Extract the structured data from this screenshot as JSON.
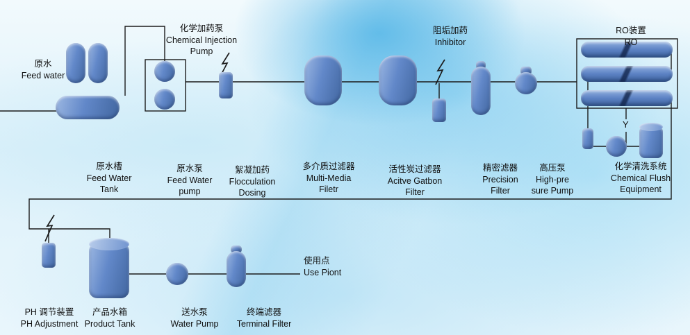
{
  "labels": {
    "feed_water": {
      "zh": "原水",
      "en": "Feed water"
    },
    "chemical_injection_pump": {
      "zh": "化学加药泵",
      "en1": "Chemical Injection",
      "en2": "Pump"
    },
    "inhibitor": {
      "zh": "阻垢加药",
      "en": "Inhibitor"
    },
    "ro_unit": {
      "zh": "RO装置",
      "en": "RO"
    },
    "feed_water_tank": {
      "zh": "原水槽",
      "en1": "Feed Water",
      "en2": "Tank"
    },
    "feed_water_pump": {
      "zh": "原水泵",
      "en1": "Feed Water",
      "en2": "pump"
    },
    "flocculation_dosing": {
      "zh": "絮凝加药",
      "en1": "Flocculation",
      "en2": "Dosing"
    },
    "multi_media_filter": {
      "zh": "多介质过滤器",
      "en1": "Multi-Media",
      "en2": "Filetr"
    },
    "active_carbon_filter": {
      "zh": "活性炭过滤器",
      "en1": "Acitve Gatbon",
      "en2": "Filter"
    },
    "precision_filter": {
      "zh": "精密滤器",
      "en1": "Precision",
      "en2": "Filter"
    },
    "high_pressure_pump": {
      "zh": "高压泵",
      "en1": "High-pre",
      "en2": "sure Pump"
    },
    "chemical_flush": {
      "zh": "化学清洗系统",
      "en1": "Chemical Flush",
      "en2": "Equipment"
    },
    "ph_adjustment": {
      "zh": "PH  调节装置",
      "en": "PH Adjustment"
    },
    "product_tank": {
      "zh": "产品水箱",
      "en": "Product Tank"
    },
    "water_pump": {
      "zh": "送水泵",
      "en": "Water Pump"
    },
    "terminal_filter": {
      "zh": "终端滤器",
      "en": "Terminal Filter"
    },
    "use_point": {
      "zh": "使用点",
      "en": "Use Piont"
    },
    "y_strainer": "Y"
  },
  "colors": {
    "vessel_dark": "#41669f",
    "vessel_light": "#9db8e2",
    "pipe_line": "#1b1b1b",
    "water_accent": "#7ec8ea"
  }
}
